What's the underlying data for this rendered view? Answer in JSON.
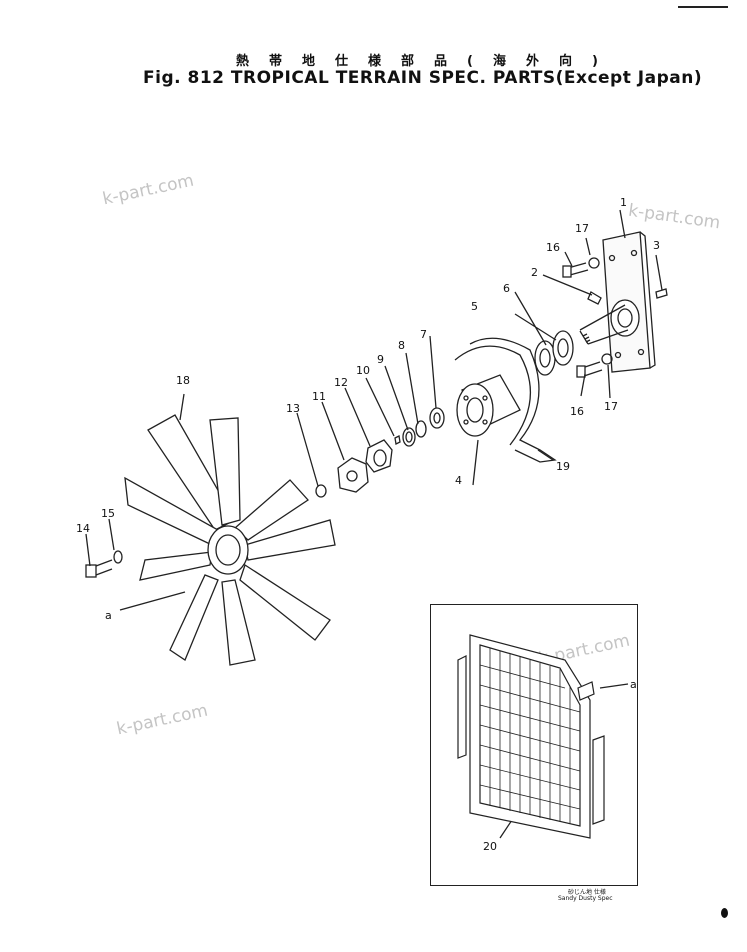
{
  "title": {
    "japanese": "熱帯地仕様部品(海外向)",
    "english": "Fig. 812 TROPICAL TERRAIN SPEC. PARTS(Except Japan)"
  },
  "watermark": "k-part.com",
  "part_labels": [
    "1",
    "2",
    "3",
    "4",
    "5",
    "6",
    "7",
    "8",
    "9",
    "10",
    "11",
    "12",
    "13",
    "14",
    "15",
    "16",
    "17",
    "18",
    "19",
    "20",
    "a"
  ],
  "inset_caption": {
    "line1": "砂じん地 仕様",
    "line2": "Sandy Dusty Spec"
  }
}
